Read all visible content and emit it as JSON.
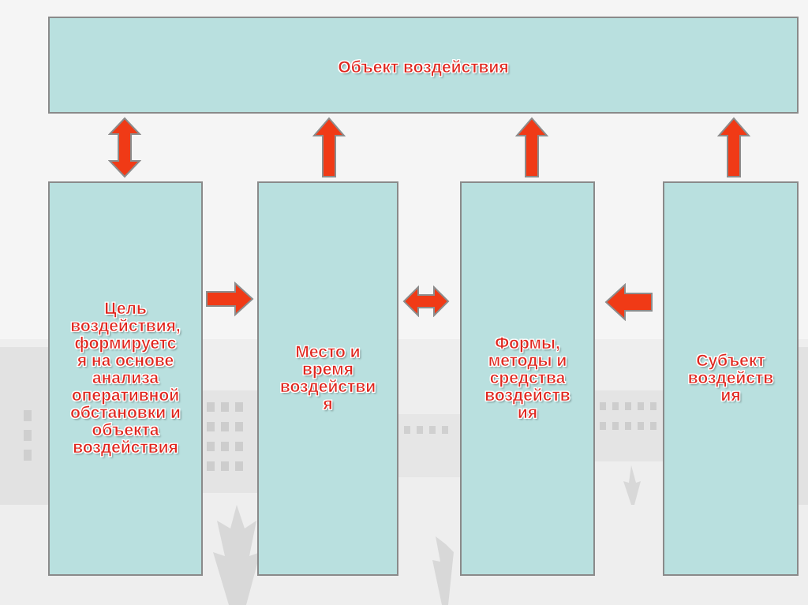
{
  "colors": {
    "box_fill": "#b9e0df",
    "box_border": "#8a8a8a",
    "label_text": "#e0261e",
    "arrow_fill": "#f03a16",
    "arrow_stroke": "#8c8c8c"
  },
  "top_box": {
    "label": "Объект воздействия"
  },
  "columns": [
    {
      "label": "Цель\nвоздействия,\nформируетс\nя на основе\nанализа\nоперативной\nобстановки и\nобъекта\nвоздействия"
    },
    {
      "label": "Место и\nвремя\nвоздействи\nя"
    },
    {
      "label": "Формы,\nметоды и\nсредства\nвоздейств\nия"
    },
    {
      "label": "Субъект\nвоздейств\nия"
    }
  ],
  "arrows": {
    "vertical": [
      "double",
      "up",
      "up",
      "up"
    ],
    "horizontal": [
      "right",
      "double",
      "left"
    ]
  }
}
